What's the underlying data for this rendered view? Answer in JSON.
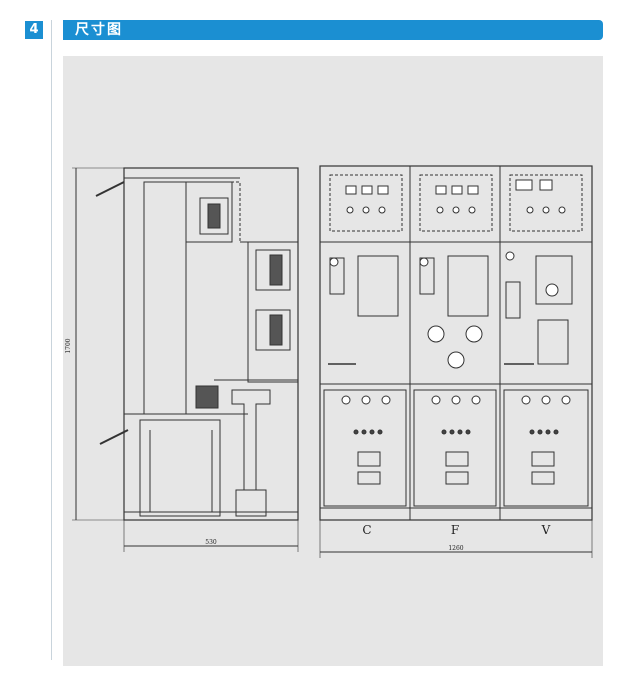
{
  "section": {
    "number": "4",
    "title": "尺寸图"
  },
  "side_view": {
    "height_dim": "1700",
    "width_dim": "530"
  },
  "front_view": {
    "units": [
      {
        "label": "C"
      },
      {
        "label": "F"
      },
      {
        "label": "V"
      }
    ],
    "width_dim": "1260"
  }
}
